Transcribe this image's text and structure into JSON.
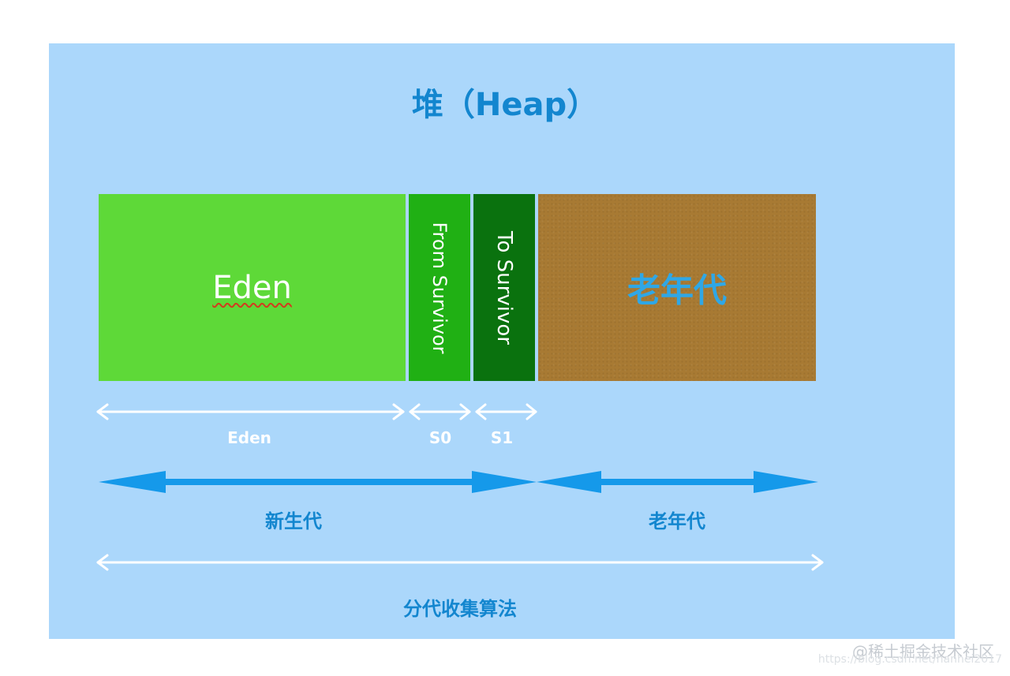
{
  "title": "堆（Heap）",
  "blocks": {
    "eden": "Eden",
    "from_survivor": "From Survivor",
    "to_survivor": "To Survivor",
    "old_gen": "老年代"
  },
  "spans": {
    "eden": "Eden",
    "s0": "S0",
    "s1": "S1"
  },
  "generations": {
    "young": "新生代",
    "old": "老年代"
  },
  "algorithm": "分代收集算法",
  "watermark": {
    "main": "@稀土掘金技术社区",
    "sub": "https://blog.csdn.net/hanhei2017"
  },
  "colors": {
    "background": "#abd7fb",
    "eden": "#5ed938",
    "from_survivor": "#20b014",
    "to_survivor": "#0a720e",
    "old_gen": "#a87a33",
    "accent": "#1386cf"
  }
}
